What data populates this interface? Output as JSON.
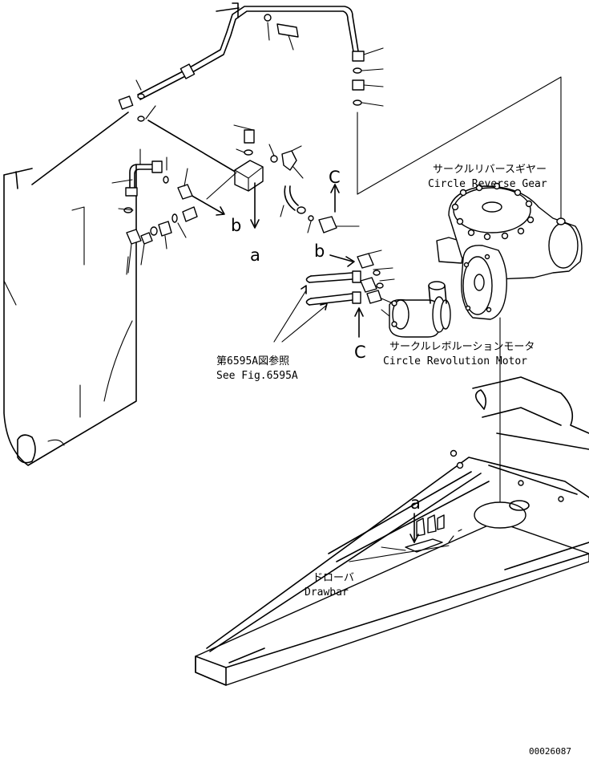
{
  "labels": {
    "circle_reverse_gear_jp": "サークルリバースギヤー",
    "circle_reverse_gear_en": "Circle Reverse Gear",
    "circle_revolution_motor_jp": "サークルレボルーションモータ",
    "circle_revolution_motor_en": "Circle Revolution Motor",
    "see_fig_jp": "第6595A図参照",
    "see_fig_en": "See Fig.6595A",
    "drawbar_jp": "ドローバ",
    "drawbar_en": "Drawbar",
    "ref_a": "a",
    "ref_b": "b",
    "ref_c": "C",
    "figure_number": "00026087"
  }
}
